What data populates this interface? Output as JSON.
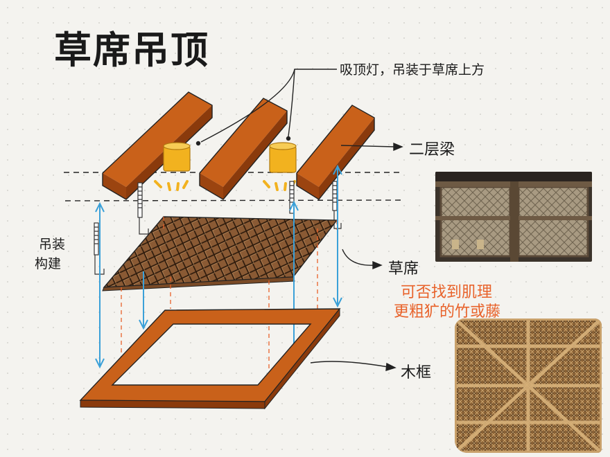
{
  "title": "草席吊顶",
  "labels": {
    "lamp": "吸顶灯，吊装于草席上方",
    "beam": "二层梁",
    "hanging_line1": "吊装",
    "hanging_line2": "构建",
    "mat": "草席",
    "note_line1": "可否找到肌理",
    "note_line2": "更粗犷的竹或藤",
    "frame": "木框"
  },
  "colors": {
    "wood": "#c9611a",
    "wood_dark": "#8a3a0c",
    "lamp": "#f2b21f",
    "arrow": "#3aa0d8",
    "note": "#e8622a",
    "mat": "#6b4428"
  }
}
